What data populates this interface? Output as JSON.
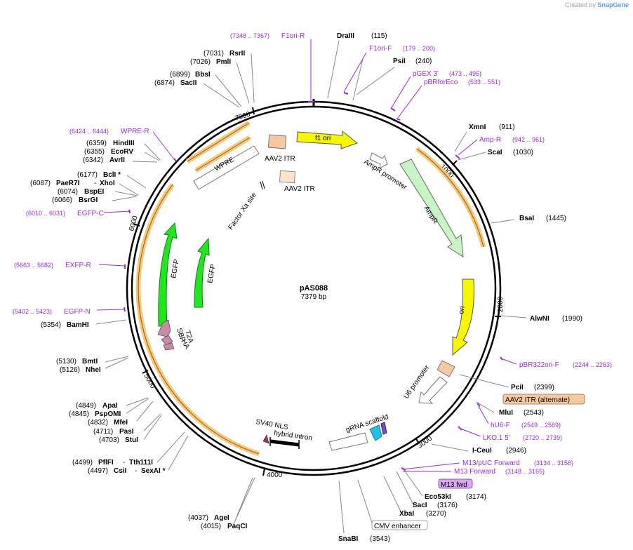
{
  "brand": {
    "prefix": "Created by",
    "name": "SnapGene"
  },
  "plasmid": {
    "name": "pAS088",
    "length_label": "7379 bp",
    "total_bp": 7379
  },
  "colors": {
    "enzyme": "#000000",
    "primer": "#9b2bd1",
    "feature_label": "#000000"
  },
  "ticks": [
    {
      "bp": 1000,
      "label": "1000"
    },
    {
      "bp": 2000,
      "label": "2000"
    },
    {
      "bp": 3000,
      "label": "3000"
    },
    {
      "bp": 4000,
      "label": "4000"
    },
    {
      "bp": 5000,
      "label": "5000"
    },
    {
      "bp": 6000,
      "label": "6000"
    },
    {
      "bp": 7000,
      "label": "7000"
    }
  ],
  "enzymes": [
    {
      "name": "DraIII",
      "pos": "(115)"
    },
    {
      "name": "PsiI",
      "pos": "(240)"
    },
    {
      "name": "XmnI",
      "pos": "(911)"
    },
    {
      "name": "ScaI",
      "pos": "(1030)"
    },
    {
      "name": "BsaI",
      "pos": "(1445)"
    },
    {
      "name": "AlwNI",
      "pos": "(1990)"
    },
    {
      "name": "PciI",
      "pos": "(2399)"
    },
    {
      "name": "MluI",
      "pos": "(2543)"
    },
    {
      "name": "I-CeuI",
      "pos": "(2946)"
    },
    {
      "name": "Eco53kI",
      "pos": "(3174)"
    },
    {
      "name": "SacI",
      "pos": "(3176)"
    },
    {
      "name": "XbaI",
      "pos": "(3270)"
    },
    {
      "name": "SnaBI",
      "pos": "(3543)"
    },
    {
      "name": "AgeI",
      "pos": "(4037)"
    },
    {
      "name": "PaqCI",
      "pos": "(4015)"
    },
    {
      "name": "PflFI",
      "pos": "(4499)"
    },
    {
      "name": "Tth111I",
      "pos": ""
    },
    {
      "name": "CsiI",
      "pos": "(4497)"
    },
    {
      "name": "SexAI *",
      "pos": ""
    },
    {
      "name": "StuI",
      "pos": "(4703)"
    },
    {
      "name": "PasI",
      "pos": "(4711)"
    },
    {
      "name": "MfeI",
      "pos": "(4832)"
    },
    {
      "name": "PspOMI",
      "pos": "(4845)"
    },
    {
      "name": "ApaI",
      "pos": "(4849)"
    },
    {
      "name": "NheI",
      "pos": "(5126)"
    },
    {
      "name": "BmtI",
      "pos": "(5130)"
    },
    {
      "name": "BamHI",
      "pos": "(5354)"
    },
    {
      "name": "BsrGI",
      "pos": "(6066)"
    },
    {
      "name": "BspEI",
      "pos": "(6074)"
    },
    {
      "name": "XhoI",
      "pos": ""
    },
    {
      "name": "PaeR7I",
      "pos": "(6087)"
    },
    {
      "name": "BclI *",
      "pos": "(6177)"
    },
    {
      "name": "AvrII",
      "pos": "(6342)"
    },
    {
      "name": "EcoRV",
      "pos": "(6355)"
    },
    {
      "name": "HindIII",
      "pos": "(6359)"
    },
    {
      "name": "SacII",
      "pos": "(6874)"
    },
    {
      "name": "BbsI",
      "pos": "(6899)"
    },
    {
      "name": "PmlI",
      "pos": "(7026)"
    },
    {
      "name": "RsrII",
      "pos": "(7031)"
    }
  ],
  "primers": [
    {
      "name": "F1ori-R",
      "range": "(7348 .. 7367)"
    },
    {
      "name": "F1ori-F",
      "range": "(179 .. 200)"
    },
    {
      "name": "pGEX 3'",
      "range": "(473 .. 495)"
    },
    {
      "name": "pBRforEco",
      "range": "(533 .. 551)"
    },
    {
      "name": "Amp-R",
      "range": "(942 .. 961)"
    },
    {
      "name": "pBR322ori-F",
      "range": "(2244 .. 2263)"
    },
    {
      "name": "hU6-F",
      "range": "(2549 .. 2569)"
    },
    {
      "name": "LKO.1 5'",
      "range": "(2720 .. 2739)"
    },
    {
      "name": "M13/pUC Forward",
      "range": "(3134 .. 3156)"
    },
    {
      "name": "M13 Forward",
      "range": "(3148 .. 3165)"
    },
    {
      "name": "WPRE-R",
      "range": "(6424 .. 6444)"
    },
    {
      "name": "EGFP-C",
      "range": "(6010 .. 6031)"
    },
    {
      "name": "EXFP-R",
      "range": "(5663 .. 5682)"
    },
    {
      "name": "EGFP-N",
      "range": "(5402 .. 5423)"
    }
  ],
  "boxed_labels": [
    {
      "name": "AAV2 ITR (alternate)"
    },
    {
      "name": "M13 fwd"
    },
    {
      "name": "CMV enhancer"
    }
  ],
  "features": [
    {
      "name": "f1 ori"
    },
    {
      "name": "AAV2 ITR"
    },
    {
      "name": "AAV2 ITR"
    },
    {
      "name": "AmpR promoter"
    },
    {
      "name": "AmpR"
    },
    {
      "name": "ori"
    },
    {
      "name": "U6 promoter"
    },
    {
      "name": "gRNA scaffold"
    },
    {
      "name": "hybrid intron"
    },
    {
      "name": "SV40 NLS"
    },
    {
      "name": "EGFP"
    },
    {
      "name": "EGFP"
    },
    {
      "name": "SBP"
    },
    {
      "name": "T2A"
    },
    {
      "name": "HA"
    },
    {
      "name": "WPRE"
    },
    {
      "name": "Factor Xa site"
    }
  ]
}
